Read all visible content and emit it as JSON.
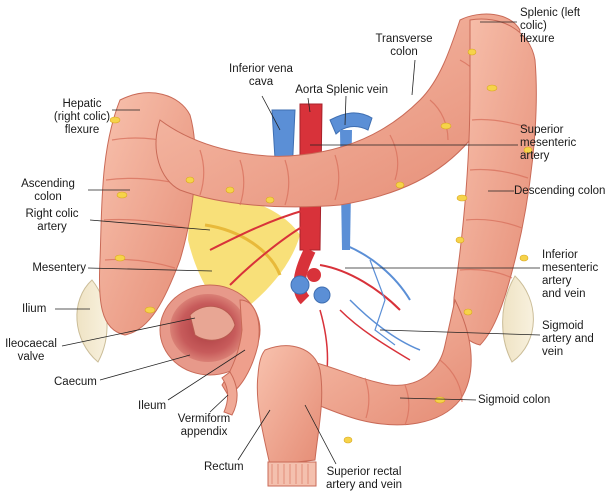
{
  "labels": {
    "splenic_flexure": "Splenic (left colic)\nflexure",
    "transverse_colon": "Transverse\ncolon",
    "inferior_vena_cava": "Inferior vena\ncava",
    "aorta": "Aorta",
    "splenic_vein": "Splenic vein",
    "hepatic_flexure": "Hepatic\n(right colic)\nflexure",
    "superior_mesenteric_artery": "Superior\nmesenteric\nartery",
    "ascending_colon": "Ascending\ncolon",
    "descending_colon": "Descending colon",
    "right_colic_artery": "Right colic\nartery",
    "inferior_mesenteric": "Inferior\nmesenteric\nartery\nand vein",
    "mesentery": "Mesentery",
    "ilium": "Ilium",
    "sigmoid_artery_vein": "Sigmoid\nartery and\nvein",
    "ileocaecal_valve": "Ileocaecal\nvalve",
    "caecum": "Caecum",
    "ileum": "Ileum",
    "sigmoid_colon": "Sigmoid colon",
    "vermiform_appendix": "Vermiform\nappendix",
    "rectum": "Rectum",
    "superior_rectal": "Superior rectal\nartery and vein"
  },
  "colors": {
    "colon": "#f2a58f",
    "colon_dark": "#d9735f",
    "fat": "#f6d34a",
    "artery": "#d8323a",
    "vein": "#5b8fd6",
    "bone": "#f2e8cf",
    "leader": "#222222"
  }
}
